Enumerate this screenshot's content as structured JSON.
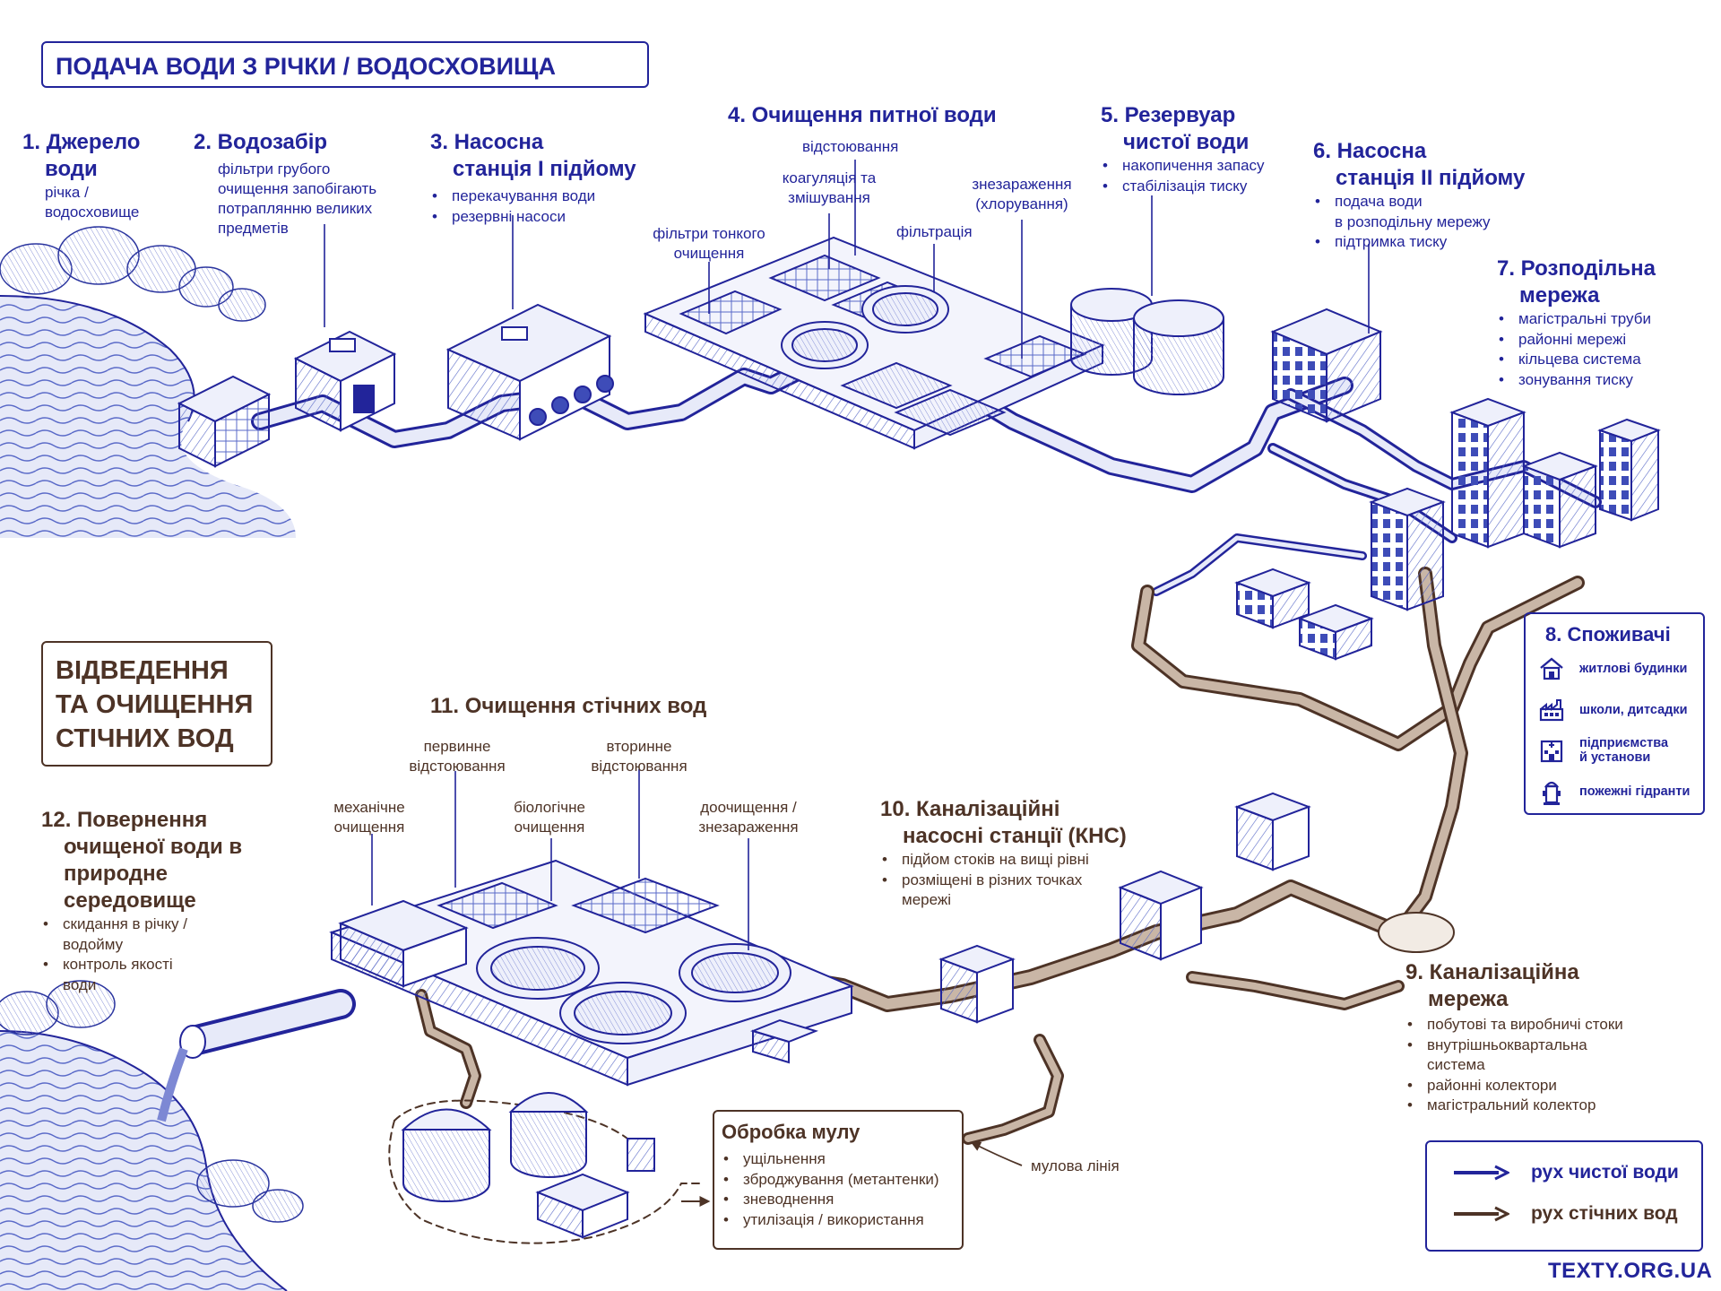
{
  "headers": {
    "supply": "ПОДАЧА ВОДИ З РІЧКИ / ВОДОСХОВИЩА",
    "disposal": [
      "ВІДВЕДЕННЯ",
      "ТА ОЧИЩЕННЯ",
      "СТІЧНИХ ВОД"
    ]
  },
  "supply": {
    "source": {
      "title": [
        "1. Джерело",
        "води"
      ],
      "sub": [
        "річка /",
        "водосховище"
      ]
    },
    "intake": {
      "title": "2. Водозабір",
      "sub": [
        "фільтри грубого",
        "очищення запобігають",
        "потраплянню великих",
        "предметів"
      ]
    },
    "pump1": {
      "title": [
        "3. Насосна",
        "станція І підйому"
      ],
      "bullets": [
        "перекачування води",
        "резервні насоси"
      ]
    },
    "treatment": {
      "title": "4. Очищення питної води",
      "labels": {
        "settling": "відстоювання",
        "coagulation": [
          "коагуляція та",
          "змішування"
        ],
        "fine_filters": [
          "фільтри тонкого",
          "очищення"
        ],
        "filtration": "фільтрація",
        "disinfection": [
          "знезараження",
          "(хлорування)"
        ]
      }
    },
    "reservoir": {
      "title": [
        "5. Резервуар",
        "чистої води"
      ],
      "bullets": [
        "накопичення запасу",
        "стабілізація тиску"
      ]
    },
    "pump2": {
      "title": [
        "6. Насосна",
        "станція ІІ підйому"
      ],
      "bullets": [
        [
          "подача води",
          "в розподільну мережу"
        ],
        "підтримка тиску"
      ]
    },
    "network": {
      "title": [
        "7. Розподільна",
        "мережа"
      ],
      "bullets": [
        "магістральні труби",
        "районні мережі",
        "кільцева система",
        "зонування тиску"
      ]
    }
  },
  "consumers": {
    "title": "8. Споживачі",
    "items": [
      {
        "label": [
          "житлові будинки"
        ],
        "icon": "house-icon"
      },
      {
        "label": [
          "школи, дитсадки"
        ],
        "icon": "factory-icon"
      },
      {
        "label": [
          "підприємства",
          "й установи"
        ],
        "icon": "office-building-icon"
      },
      {
        "label": [
          "пожежні гідранти"
        ],
        "icon": "fire-hydrant-icon"
      }
    ]
  },
  "sewer": {
    "title": [
      "9. Каналізаційна",
      "мережа"
    ],
    "bullets": [
      "побутові та виробничі стоки",
      [
        "внутрішньоквартальна",
        "система"
      ],
      "районні колектори",
      "магістральний колектор"
    ]
  },
  "kns": {
    "title": [
      "10. Каналізаційні",
      "насосні станції (КНС)"
    ],
    "bullets": [
      "підйом стоків на вищі рівні",
      [
        "розміщені в різних точках",
        "мережі"
      ]
    ]
  },
  "wwtp": {
    "title": "11. Очищення стічних вод",
    "labels": {
      "mechanical": [
        "механічне",
        "очищення"
      ],
      "primary": [
        "первинне",
        "відстоювання"
      ],
      "biological": [
        "біологічне",
        "очищення"
      ],
      "secondary": [
        "вторинне",
        "відстоювання"
      ],
      "tertiary": [
        "доочищення /",
        "знезараження"
      ]
    }
  },
  "return": {
    "title": [
      "12. Повернення",
      "очищеної води в",
      "природне",
      "середовище"
    ],
    "bullets": [
      [
        "скидання в річку /",
        "водойму"
      ],
      [
        "контроль якості",
        "води"
      ]
    ]
  },
  "sludge": {
    "title": "Обробка мулу",
    "bullets": [
      "ущільнення",
      "зброджування (метантенки)",
      "зневоднення",
      "утилізація / використання"
    ],
    "line_label": "мулова лінія"
  },
  "legend": {
    "clean": "рух чистої води",
    "waste": "рух стічних вод"
  },
  "footer": {
    "brand": "TEXTY.ORG.UA"
  },
  "colors": {
    "blue": "#22249a",
    "brown": "#4d3326",
    "pipe_brown": "#7a5a45",
    "pipe_blue": "#5a6ac8"
  }
}
